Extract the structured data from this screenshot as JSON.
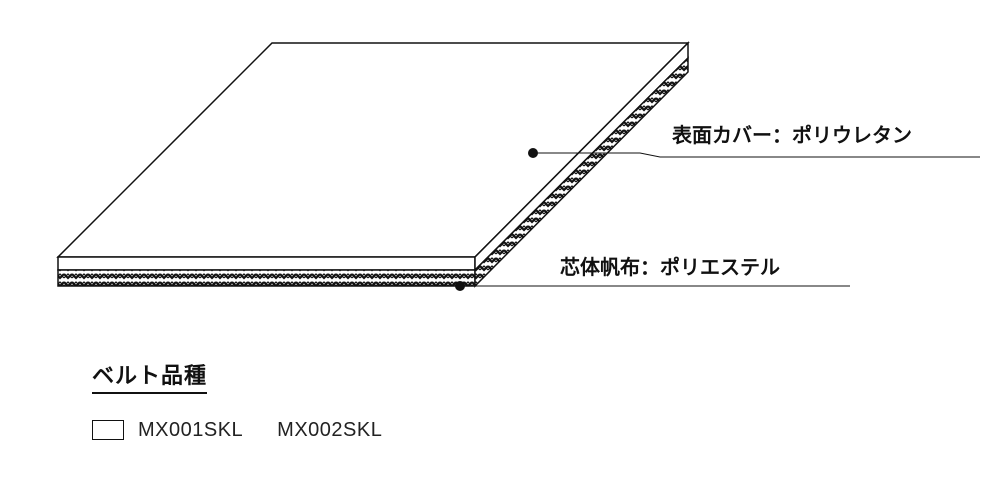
{
  "callouts": {
    "surface_cover": "表面カバー：ポリウレタン",
    "core_canvas": "芯体帆布：ポリエステル"
  },
  "legend": {
    "heading": "ベルト品種",
    "swatch_color": "#ffffff",
    "products": [
      "MX001SKL",
      "MX002SKL"
    ]
  },
  "colors": {
    "ink": "#111111",
    "surface": "#ffffff"
  }
}
